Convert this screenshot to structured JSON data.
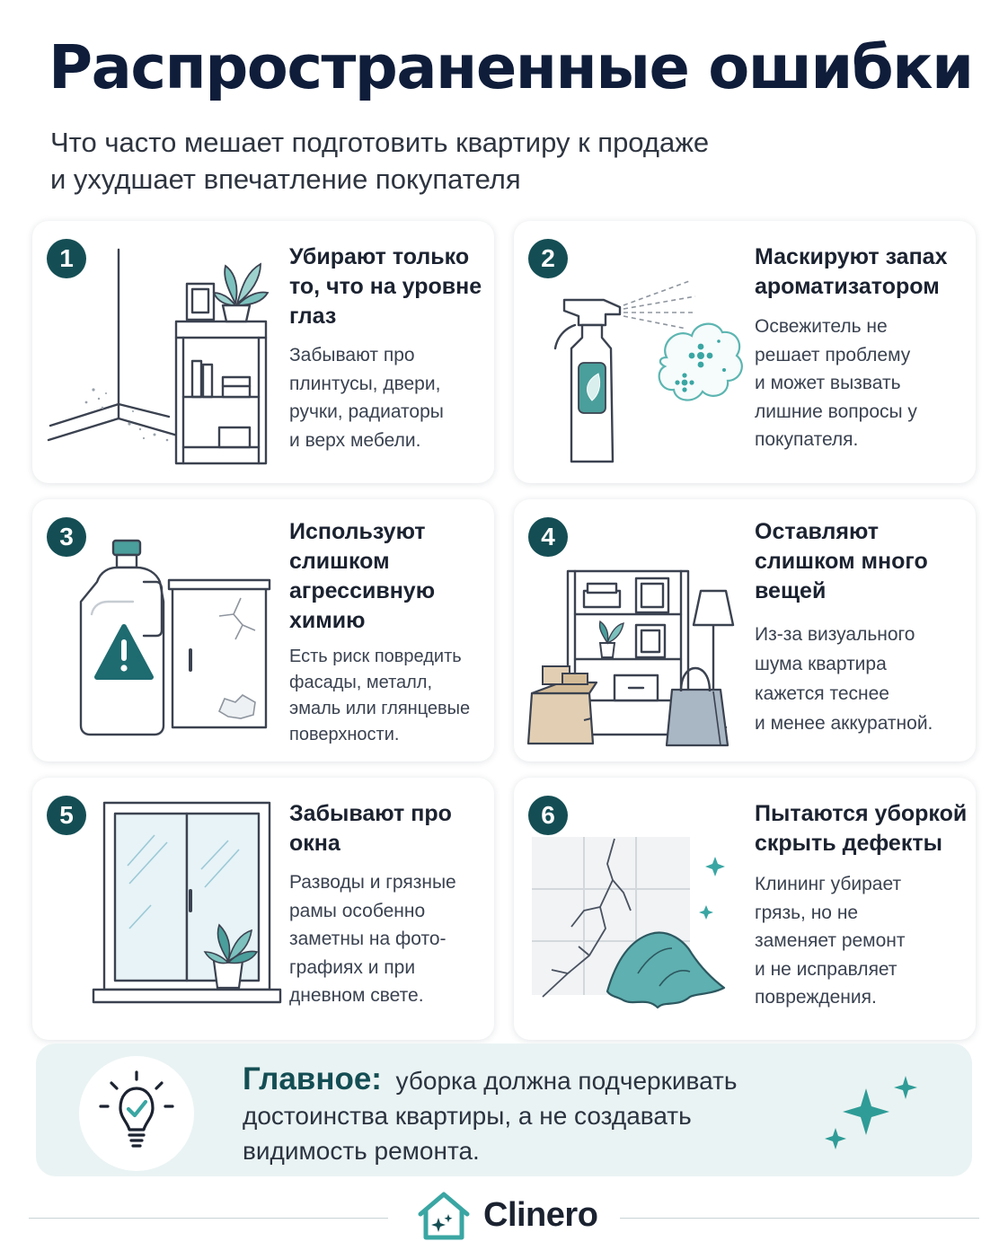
{
  "header": {
    "title": "Распространенные ошибки",
    "subtitle_line1": "Что часто мешает подготовить квартиру к продаже",
    "subtitle_line2": "и ухудшает впечатление покупателя"
  },
  "cards": [
    {
      "number": "1",
      "title": [
        "Убирают только",
        "то, что на уровне",
        "глаз"
      ],
      "description": [
        "Забывают про",
        "плинтусы, двери,",
        "ручки, радиаторы",
        "и верх мебели."
      ]
    },
    {
      "number": "2",
      "title": [
        "Маскируют запах",
        "ароматизатором"
      ],
      "description": [
        "Освежитель не",
        "решает проблему",
        "и может вызвать",
        "лишние вопросы у",
        "покупателя."
      ]
    },
    {
      "number": "3",
      "title": [
        "Используют",
        "слишком",
        "агрессивную",
        "химию"
      ],
      "description": [
        "Есть риск повредить",
        "фасады, металл,",
        "эмаль или глянцевые",
        "поверхности."
      ]
    },
    {
      "number": "4",
      "title": [
        "Оставляют",
        "слишком много",
        "вещей"
      ],
      "description": [
        "Из-за визуального",
        "шума квартира",
        "кажется теснее",
        "и менее аккуратной."
      ]
    },
    {
      "number": "5",
      "title": [
        "Забывают про",
        "окна"
      ],
      "description": [
        "Разводы и грязные",
        "рамы особенно",
        "заметны на фото-",
        "графиях и при",
        "дневном свете."
      ]
    },
    {
      "number": "6",
      "title": [
        "Пытаются уборкой",
        "скрыть дефекты"
      ],
      "description": [
        "Клининг убирает",
        "грязь, но не",
        "заменяет ремонт",
        "и не исправляет",
        "повреждения."
      ]
    }
  ],
  "summary": {
    "label": "Главное:",
    "text_line1": "уборка должна подчеркивать",
    "text_line2": "достоинства квартиры, а не создавать",
    "text_line3": "видимость ремонта."
  },
  "footer": {
    "brand": "Clinero"
  },
  "colors": {
    "accent": "#144e54",
    "teal": "#3aa6a3",
    "navy": "#0f1d3a"
  },
  "icons": [
    "checkmark-lightbulb-icon",
    "sparkle-icon",
    "house-logo-icon"
  ]
}
